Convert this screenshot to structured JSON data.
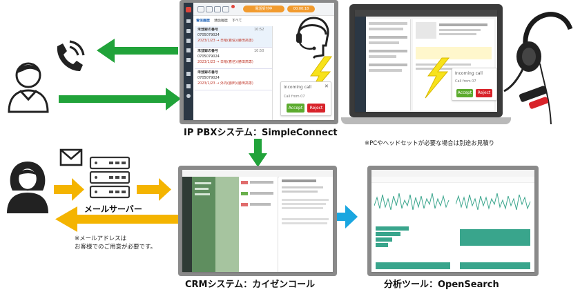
{
  "labels": {
    "pbx": "IP PBXシステム：SimpleConnect",
    "crm": "CRMシステム：カイゼンコール",
    "analytics": "分析ツール：OpenSearch",
    "mail_server": "メールサーバー"
  },
  "notes": {
    "headset_note": "※PCやヘッドセットが必要な場合は別途お見積り",
    "mail_note_line1": "※メールアドレスは",
    "mail_note_line2": "お客様でのご用意が必要です。"
  },
  "pbx_window": {
    "status_pill": "電話受付中",
    "clock": "00:00:18",
    "tabs": [
      "着信履歴",
      "通話履歴",
      "すべて"
    ],
    "history": [
      {
        "name": "未登録の番号",
        "number": "0705079024",
        "detail": "2023/1/23 → 日曜(着信)(勝田高専)",
        "time": "10:52"
      },
      {
        "name": "未登録の番号",
        "number": "0705079024",
        "detail": "2023/1/23 → 日曜(着信)(勝田高専)",
        "time": "10:50"
      },
      {
        "name": "未登録の番号",
        "number": "0705079024",
        "detail": "2023/1/23 → 外向(勝田)(勝田高専)",
        "time": ""
      }
    ]
  },
  "incoming_popup": {
    "title": "Incoming call",
    "from": "Call from 07",
    "accept": "Accept",
    "reject": "Reject"
  },
  "colors": {
    "green_arrow": "#21a33a",
    "yellow_arrow": "#f4b400",
    "blue_arrow": "#1aa6e0",
    "accept_green": "#5cab2e",
    "reject_red": "#d8232a",
    "pbx_sidebar": "#2b3744",
    "crm_sidebar": "#5f8e5f"
  },
  "icons": [
    "phone-icon",
    "person-icon",
    "operator-headset-icon",
    "lightning-icon",
    "envelope-icon",
    "server-icon",
    "headset-icon"
  ]
}
